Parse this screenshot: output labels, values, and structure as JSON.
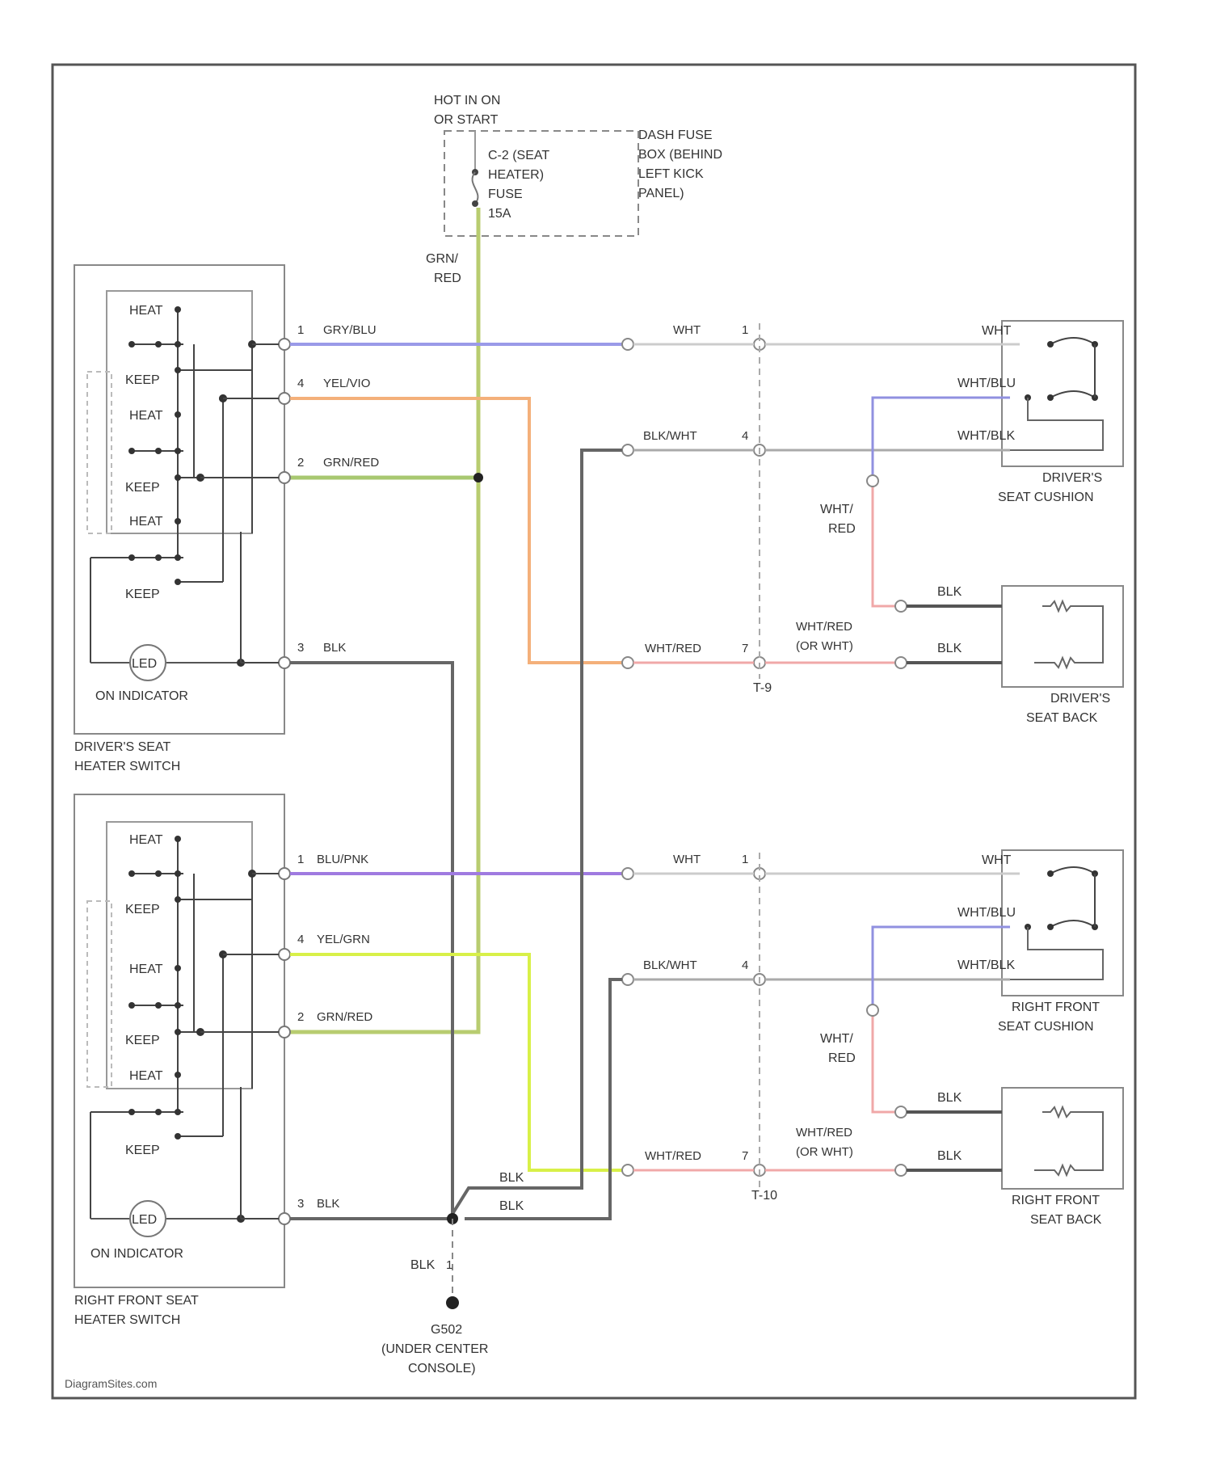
{
  "fuse": {
    "hot_label": [
      "HOT IN ON",
      "OR START"
    ],
    "fuse_label": [
      "C-2 (SEAT",
      "HEATER)",
      "FUSE",
      "15A"
    ],
    "box_label": [
      "DASH FUSE",
      "BOX (BEHIND",
      "LEFT KICK",
      "PANEL)"
    ],
    "feed_wire": [
      "GRN/",
      "RED"
    ]
  },
  "switch_labels": {
    "heat": "HEAT",
    "keep": "KEEP",
    "on_indicator": "ON INDICATOR",
    "led": "LED"
  },
  "driver_switch": {
    "title": [
      "DRIVER'S SEAT",
      "HEATER SWITCH"
    ],
    "wires": [
      {
        "pin": "1",
        "color_name": "GRY/BLU",
        "color": "#9a9ae8"
      },
      {
        "pin": "4",
        "color_name": "YEL/VIO",
        "color": "#f4b07a"
      },
      {
        "pin": "2",
        "color_name": "GRN/RED",
        "color": "#a8c870"
      },
      {
        "pin": "3",
        "color_name": "BLK",
        "color": "#555555"
      }
    ]
  },
  "right_switch": {
    "title": [
      "RIGHT FRONT SEAT",
      "HEATER SWITCH"
    ],
    "wires": [
      {
        "pin": "1",
        "color_name": "BLU/PNK",
        "color": "#9f7ae0"
      },
      {
        "pin": "4",
        "color_name": "YEL/GRN",
        "color": "#d8f048"
      },
      {
        "pin": "2",
        "color_name": "GRN/RED",
        "color": "#a8c870"
      },
      {
        "pin": "3",
        "color_name": "BLK",
        "color": "#555555"
      }
    ]
  },
  "upper_harness": {
    "connector": "T-9",
    "wires": [
      {
        "name": "WHT",
        "pin": "1"
      },
      {
        "name": "BLK/WHT",
        "pin": "4"
      },
      {
        "name": "WHT/RED",
        "pin": "7"
      }
    ],
    "alt_wire": [
      "WHT/RED",
      "(OR WHT)"
    ]
  },
  "lower_harness": {
    "connector": "T-10",
    "wires": [
      {
        "name": "WHT",
        "pin": "1"
      },
      {
        "name": "BLK/WHT",
        "pin": "4"
      },
      {
        "name": "WHT/RED",
        "pin": "7"
      }
    ],
    "alt_wire": [
      "WHT/RED",
      "(OR WHT)"
    ]
  },
  "driver_cushion": {
    "title": [
      "DRIVER'S",
      "SEAT CUSHION"
    ],
    "wires": [
      "WHT",
      "WHT/BLU",
      "WHT/BLK"
    ],
    "jumper": [
      "WHT/",
      "RED"
    ]
  },
  "driver_back": {
    "title": [
      "DRIVER'S",
      "SEAT BACK"
    ],
    "wires": [
      "BLK",
      "BLK"
    ]
  },
  "right_cushion": {
    "title": [
      "RIGHT FRONT",
      "SEAT CUSHION"
    ],
    "wires": [
      "WHT",
      "WHT/BLU",
      "WHT/BLK"
    ],
    "jumper": [
      "WHT/",
      "RED"
    ]
  },
  "right_back": {
    "title": [
      "RIGHT FRONT",
      "SEAT BACK"
    ],
    "wires": [
      "BLK",
      "BLK"
    ]
  },
  "ground": {
    "wires": [
      "BLK",
      "BLK"
    ],
    "lead": "BLK",
    "pin": "1",
    "label": [
      "G502",
      "(UNDER CENTER",
      "CONSOLE)"
    ]
  },
  "footer": "DiagramSites.com",
  "colors": {
    "outline": "#555555",
    "white_wire": "#cccccc",
    "wht_blu": "#9090e0",
    "wht_red": "#f0a8a8",
    "grn_red_feed": "#b8cc70"
  }
}
